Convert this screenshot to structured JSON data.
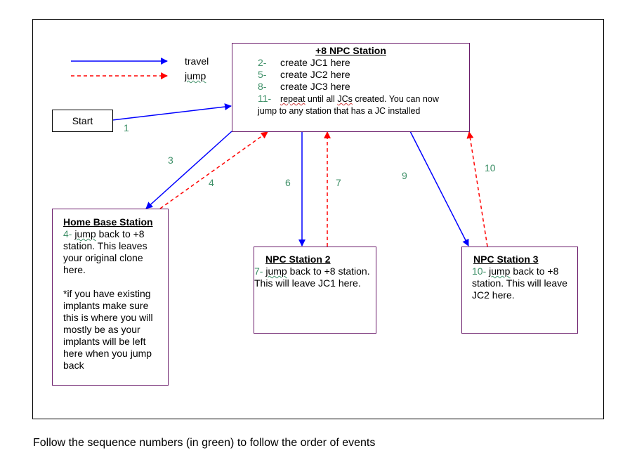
{
  "legend": {
    "travel": "travel",
    "jump": "jump"
  },
  "start": "Start",
  "main_station": {
    "title": "+8 NPC Station",
    "steps": [
      {
        "n": "2-",
        "t": "create JC1 here"
      },
      {
        "n": "5-",
        "t": "create JC2 here"
      },
      {
        "n": "8-",
        "t": "create JC3 here"
      }
    ],
    "step11_n": "11-",
    "step11_w1": "repeat",
    "step11_t1": " until all ",
    "step11_w2": "JCs",
    "step11_t2": " created.  You can now",
    "step11_line2": "jump to any station that has a JC installed"
  },
  "home": {
    "title": "Home Base Station",
    "n": "4-",
    "w": "jump",
    "t": " back  to +8 station.  This leaves your original clone here.",
    "note": "*if you have existing implants make sure this is where you will mostly be as your implants will be left here when you jump back"
  },
  "npc2": {
    "title": "NPC Station 2",
    "n": "7-",
    "w": "jump",
    "t": " back to +8 station.  This will leave JC1 here."
  },
  "npc3": {
    "title": "NPC Station 3",
    "n": "10-",
    "w": "jump",
    "t": " back to +8 station.  This will leave JC2 here."
  },
  "arrow_labels": {
    "a1": "1",
    "a3": "3",
    "a4": "4",
    "a6": "6",
    "a7": "7",
    "a9": "9",
    "a10": "10"
  },
  "caption": "Follow the sequence numbers (in green) to follow the order of events",
  "colors": {
    "travel": "#0000ff",
    "jump": "#ff0000",
    "green": "#3f9068",
    "box_border": "#6a1b6a"
  }
}
